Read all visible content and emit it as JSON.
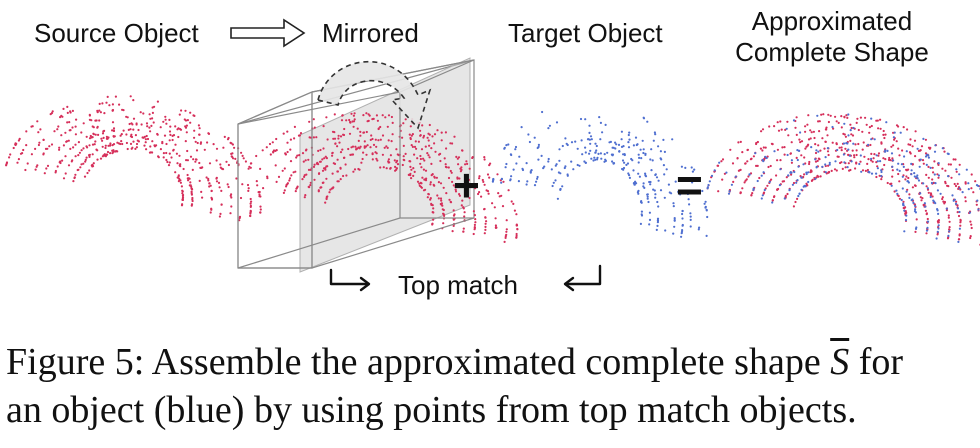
{
  "labels": {
    "source": "Source Object",
    "mirrored": "Mirrored",
    "target": "Target Object",
    "approx_line1": "Approximated",
    "approx_line2": "Complete Shape",
    "top_match": "Top match"
  },
  "operators": {
    "plus": "+",
    "equals": "="
  },
  "caption": {
    "line1_prefix": "Figure 5: Assemble the approximated complete shape ",
    "symbol": "S",
    "line1_suffix": " for",
    "line2": "an object (blue) by using points from top match objects."
  },
  "colors": {
    "source_points": "#d62f5a",
    "target_points": "#4f6fd0",
    "box_lines": "#8a8a8a",
    "mirror_plane": "#c8c8c8"
  }
}
